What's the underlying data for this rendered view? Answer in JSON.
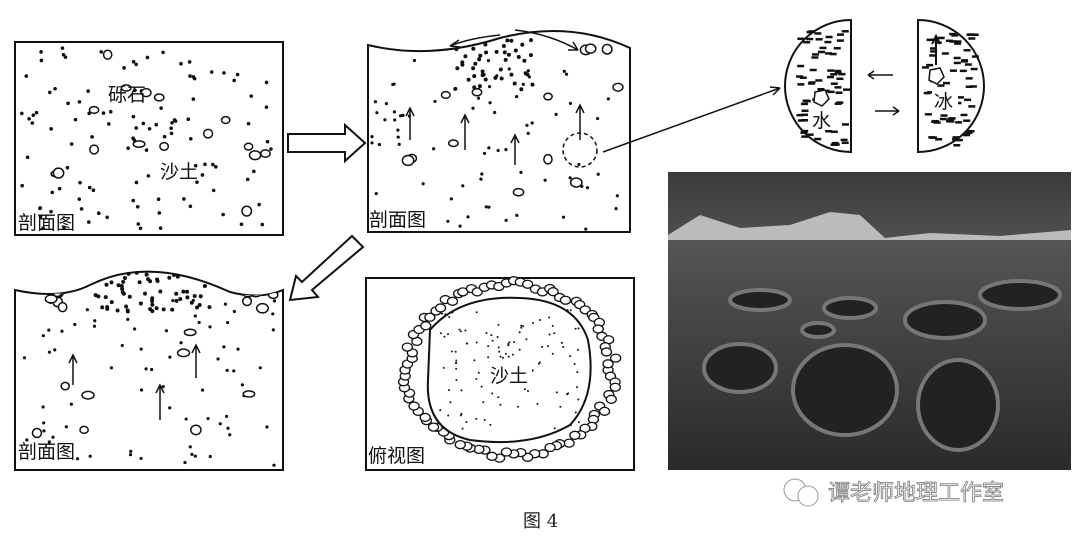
{
  "panels": {
    "profile1": {
      "gravel_label": "砾石",
      "soil_label": "沙土",
      "view_label": "剖面图"
    },
    "profile2": {
      "view_label": "剖面图"
    },
    "profile3": {
      "view_label": "剖面图"
    },
    "top_view": {
      "soil_label": "沙土",
      "view_label": "俯视图"
    },
    "detail": {
      "water_label": "水",
      "ice_label": "冰"
    }
  },
  "caption": "图 4",
  "watermark": "谭老师地理工作室"
}
